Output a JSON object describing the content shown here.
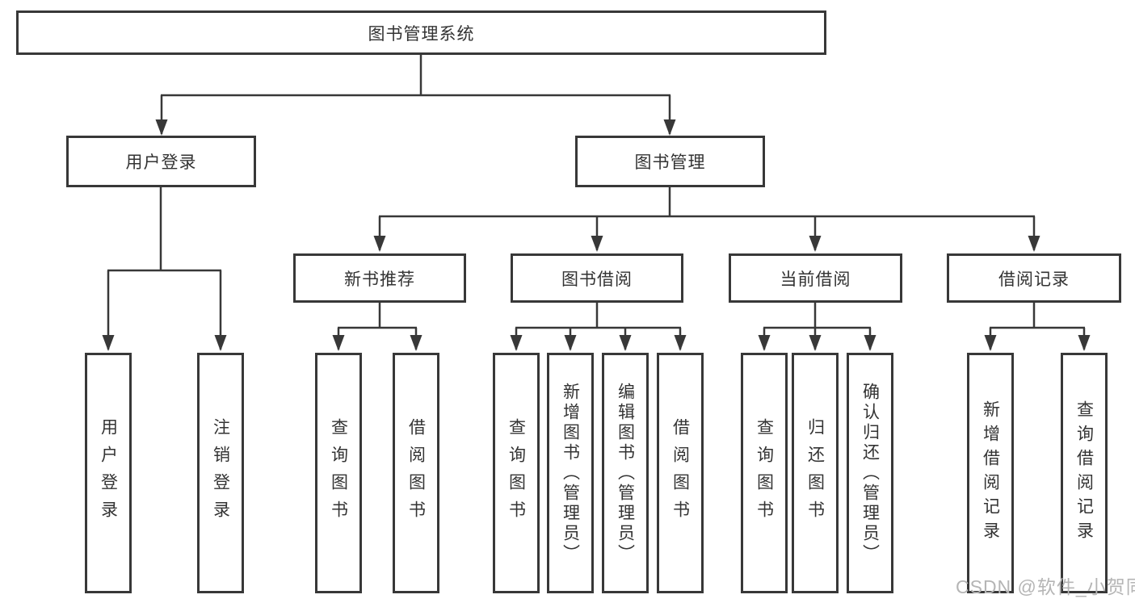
{
  "diagram": {
    "colors": {
      "line": "#383838",
      "node_text": "#333333",
      "watermark_text": "#b5b5b5"
    },
    "root": {
      "label": "图书管理系统"
    },
    "branches": [
      {
        "label": "用户登录",
        "children": [
          {
            "label": "用户登录"
          },
          {
            "label": "注销登录"
          }
        ]
      },
      {
        "label": "图书管理",
        "children": [
          {
            "label": "新书推荐",
            "children": [
              {
                "label": "查询图书"
              },
              {
                "label": "借阅图书"
              }
            ]
          },
          {
            "label": "图书借阅",
            "children": [
              {
                "label": "查询图书"
              },
              {
                "label": "新增图书（管理员）"
              },
              {
                "label": "编辑图书（管理员）"
              },
              {
                "label": "借阅图书"
              }
            ]
          },
          {
            "label": "当前借阅",
            "children": [
              {
                "label": "查询图书"
              },
              {
                "label": "归还图书"
              },
              {
                "label": "确认归还（管理员）"
              }
            ]
          },
          {
            "label": "借阅记录",
            "children": [
              {
                "label": "新增借阅记录"
              },
              {
                "label": "查询借阅记录"
              }
            ]
          }
        ]
      }
    ],
    "watermark": "CSDN @软件_小贺同学"
  }
}
